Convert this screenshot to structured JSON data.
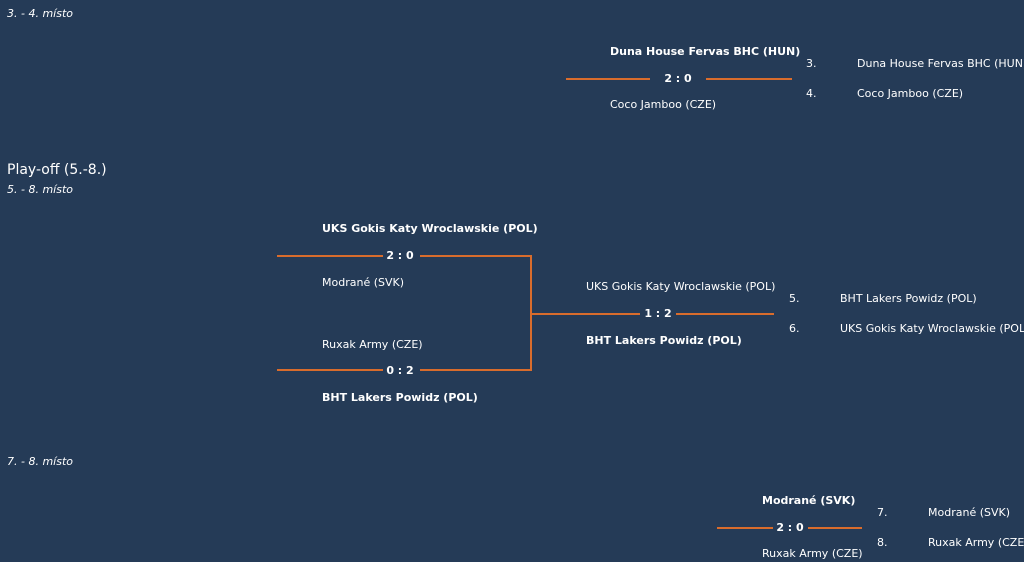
{
  "sections": {
    "third_place": {
      "subtitle": "3. - 4. místo",
      "match": {
        "home": "Duna House Fervas BHC (HUN)",
        "score": "2 : 0",
        "away": "Coco Jamboo (CZE)"
      },
      "standings": [
        {
          "rank": "3.",
          "team": "Duna House Fervas BHC (HUN)"
        },
        {
          "rank": "4.",
          "team": "Coco Jamboo (CZE)"
        }
      ]
    },
    "playoff": {
      "title": "Play-off (5.-8.)",
      "subtitle": "5. - 8. místo",
      "semifinal_1": {
        "home": "UKS Gokis Katy Wroclawskie (POL)",
        "score": "2 : 0",
        "away": "Modrané (SVK)"
      },
      "semifinal_2": {
        "home": "Ruxak Army (CZE)",
        "score": "0 : 2",
        "away": "BHT Lakers Powidz (POL)"
      },
      "final": {
        "home": "UKS Gokis Katy Wroclawskie (POL)",
        "score": "1 : 2",
        "away": "BHT Lakers Powidz (POL)"
      },
      "standings": [
        {
          "rank": "5.",
          "team": "BHT Lakers Powidz (POL)"
        },
        {
          "rank": "6.",
          "team": "UKS Gokis Katy Wroclawskie (POL)"
        }
      ]
    },
    "seventh_place": {
      "subtitle": "7. - 8. místo",
      "match": {
        "home": "Modrané (SVK)",
        "score": "2 : 0",
        "away": "Ruxak Army (CZE)"
      },
      "standings": [
        {
          "rank": "7.",
          "team": "Modrané (SVK)"
        },
        {
          "rank": "8.",
          "team": "Ruxak Army (CZE)"
        }
      ]
    }
  },
  "colors": {
    "background": "#253b57",
    "bracket_line": "#d96c2c",
    "text": "#ffffff"
  }
}
